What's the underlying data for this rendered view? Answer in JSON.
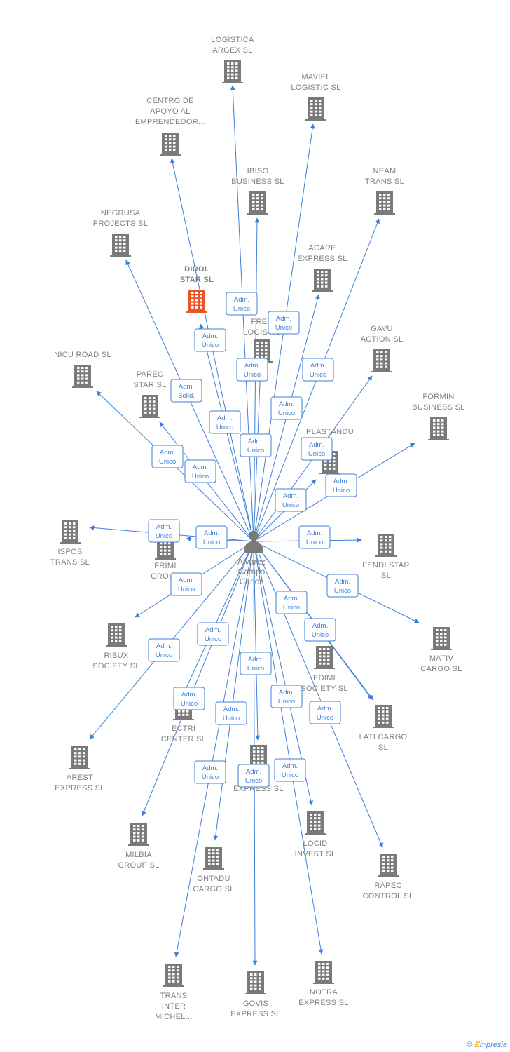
{
  "center": {
    "lines": [
      "Alvarez",
      "Campo",
      "Carlos"
    ]
  },
  "colors": {
    "edge": "#3f7fd9",
    "building": "#7a7a7a",
    "highlight": "#e8562a",
    "label": "#808080"
  },
  "footer": {
    "copyright": "©",
    "e_letter": "E",
    "brand_rest": "mpresia"
  },
  "companies": [
    {
      "id": "logistica-argex",
      "lines": [
        "LOGISTICA",
        "ARGEX  SL"
      ],
      "highlight": false,
      "role": [
        "Adm.",
        "Unico"
      ]
    },
    {
      "id": "maviel-logistic",
      "lines": [
        "MAVIEL",
        "LOGISTIC  SL"
      ],
      "highlight": false,
      "role": [
        "Adm.",
        "Unico"
      ]
    },
    {
      "id": "centro-de-apoyo",
      "lines": [
        "CENTRO DE",
        "APOYO AL",
        "EMPRENDEDOR..."
      ],
      "highlight": false,
      "role": [
        "Adm.",
        "Solid."
      ]
    },
    {
      "id": "ibiso-business",
      "lines": [
        "IBISO",
        "BUSINESS  SL"
      ],
      "highlight": false,
      "role": [
        "Adm.",
        "Unico"
      ]
    },
    {
      "id": "neam-trans",
      "lines": [
        "NEAM",
        "TRANS  SL"
      ],
      "highlight": false,
      "role": [
        "Adm.",
        "Unico"
      ]
    },
    {
      "id": "negrusa-projects",
      "lines": [
        "NEGRUSA",
        "PROJECTS  SL"
      ],
      "highlight": false,
      "role": [
        "Adm.",
        "Unico"
      ]
    },
    {
      "id": "acare-express",
      "lines": [
        "ACARE",
        "EXPRESS  SL"
      ],
      "highlight": false,
      "role": [
        "Adm.",
        "Unico"
      ]
    },
    {
      "id": "dirol-star",
      "lines": [
        "DIROL",
        "STAR  SL"
      ],
      "highlight": true,
      "role": [
        "Adm.",
        "Unico"
      ]
    },
    {
      "id": "fred-logistic",
      "lines": [
        "FRED",
        "LOGISTIC"
      ],
      "highlight": false,
      "role": [
        "Adm.",
        "Unico"
      ]
    },
    {
      "id": "gavu-action",
      "lines": [
        "GAVU",
        "ACTION  SL"
      ],
      "highlight": false,
      "role": [
        "Adm.",
        "Unico"
      ]
    },
    {
      "id": "nicu-road",
      "lines": [
        "NICU ROAD  SL"
      ],
      "highlight": false,
      "role": [
        "Adm.",
        "Unico"
      ]
    },
    {
      "id": "parec-star",
      "lines": [
        "PAREC",
        "STAR  SL"
      ],
      "highlight": false,
      "role": [
        "Adm.",
        "Unico"
      ]
    },
    {
      "id": "formin-business",
      "lines": [
        "FORMIN",
        "BUSINESS  SL"
      ],
      "highlight": false,
      "role": [
        "Adm.",
        "Unico"
      ]
    },
    {
      "id": "plastandu",
      "lines": [
        "PLASTANDU"
      ],
      "highlight": false,
      "role": [
        "Adm.",
        "Unico"
      ]
    },
    {
      "id": "ispos-trans",
      "lines": [
        "ISPOS",
        "TRANS  SL"
      ],
      "highlight": false,
      "role": [
        "Adm.",
        "Unico"
      ]
    },
    {
      "id": "frimi-group",
      "lines": [
        "FRIMI",
        "GROUP"
      ],
      "highlight": false,
      "role": [
        "Adm.",
        "Unico"
      ]
    },
    {
      "id": "fendi-star",
      "lines": [
        "FENDI STAR",
        "SL"
      ],
      "highlight": false,
      "role": [
        "Adm.",
        "Unico"
      ]
    },
    {
      "id": "mativ-cargo",
      "lines": [
        "MATIV",
        "CARGO  SL"
      ],
      "highlight": false,
      "role": [
        "Adm.",
        "Unico"
      ]
    },
    {
      "id": "ribux-society",
      "lines": [
        "RIBUX",
        "SOCIETY  SL"
      ],
      "highlight": false,
      "role": [
        "Adm.",
        "Unico"
      ]
    },
    {
      "id": "edimi-society",
      "lines": [
        "EDIMI",
        "SOCIETY  SL"
      ],
      "highlight": false,
      "role": [
        "Adm.",
        "Unico"
      ]
    },
    {
      "id": "lati-cargo",
      "lines": [
        "LATI CARGO",
        "SL"
      ],
      "highlight": false,
      "role": [
        "Adm.",
        "Unico"
      ]
    },
    {
      "id": "ectri-center",
      "lines": [
        "ECTRI",
        "CENTER  SL"
      ],
      "highlight": false,
      "role": [
        "Adm.",
        "Unico"
      ]
    },
    {
      "id": "arest-express",
      "lines": [
        "AREST",
        "EXPRESS  SL"
      ],
      "highlight": false,
      "role": [
        "Adm.",
        "Unico"
      ]
    },
    {
      "id": "express-mid",
      "lines": [
        "EXPRESS  SL"
      ],
      "highlight": false,
      "role": [
        "Adm.",
        "Unico"
      ]
    },
    {
      "id": "milbia-group",
      "lines": [
        "MILBIA",
        "GROUP  SL"
      ],
      "highlight": false,
      "role": [
        "Adm.",
        "Unico"
      ]
    },
    {
      "id": "ontadu-cargo",
      "lines": [
        "ONTADU",
        "CARGO  SL"
      ],
      "highlight": false,
      "role": [
        "Adm.",
        "Unico"
      ]
    },
    {
      "id": "locid-invest",
      "lines": [
        "LOCID",
        "INVEST  SL"
      ],
      "highlight": false,
      "role": [
        "Adm.",
        "Unico"
      ]
    },
    {
      "id": "rapec-control",
      "lines": [
        "RAPEC",
        "CONTROL  SL"
      ],
      "highlight": false,
      "role": [
        "Adm.",
        "Unico"
      ]
    },
    {
      "id": "trans-inter-michel",
      "lines": [
        "TRANS",
        "INTER",
        "MICHEL..."
      ],
      "highlight": false,
      "role": [
        "Adm.",
        "Unico"
      ]
    },
    {
      "id": "govis-express",
      "lines": [
        "GOVIS",
        "EXPRESS  SL"
      ],
      "highlight": false,
      "role": [
        "Adm.",
        "Unico"
      ]
    },
    {
      "id": "notra-express",
      "lines": [
        "NOTRA",
        "EXPRESS  SL"
      ],
      "highlight": false,
      "role": [
        "Adm.",
        "Unico"
      ]
    }
  ]
}
